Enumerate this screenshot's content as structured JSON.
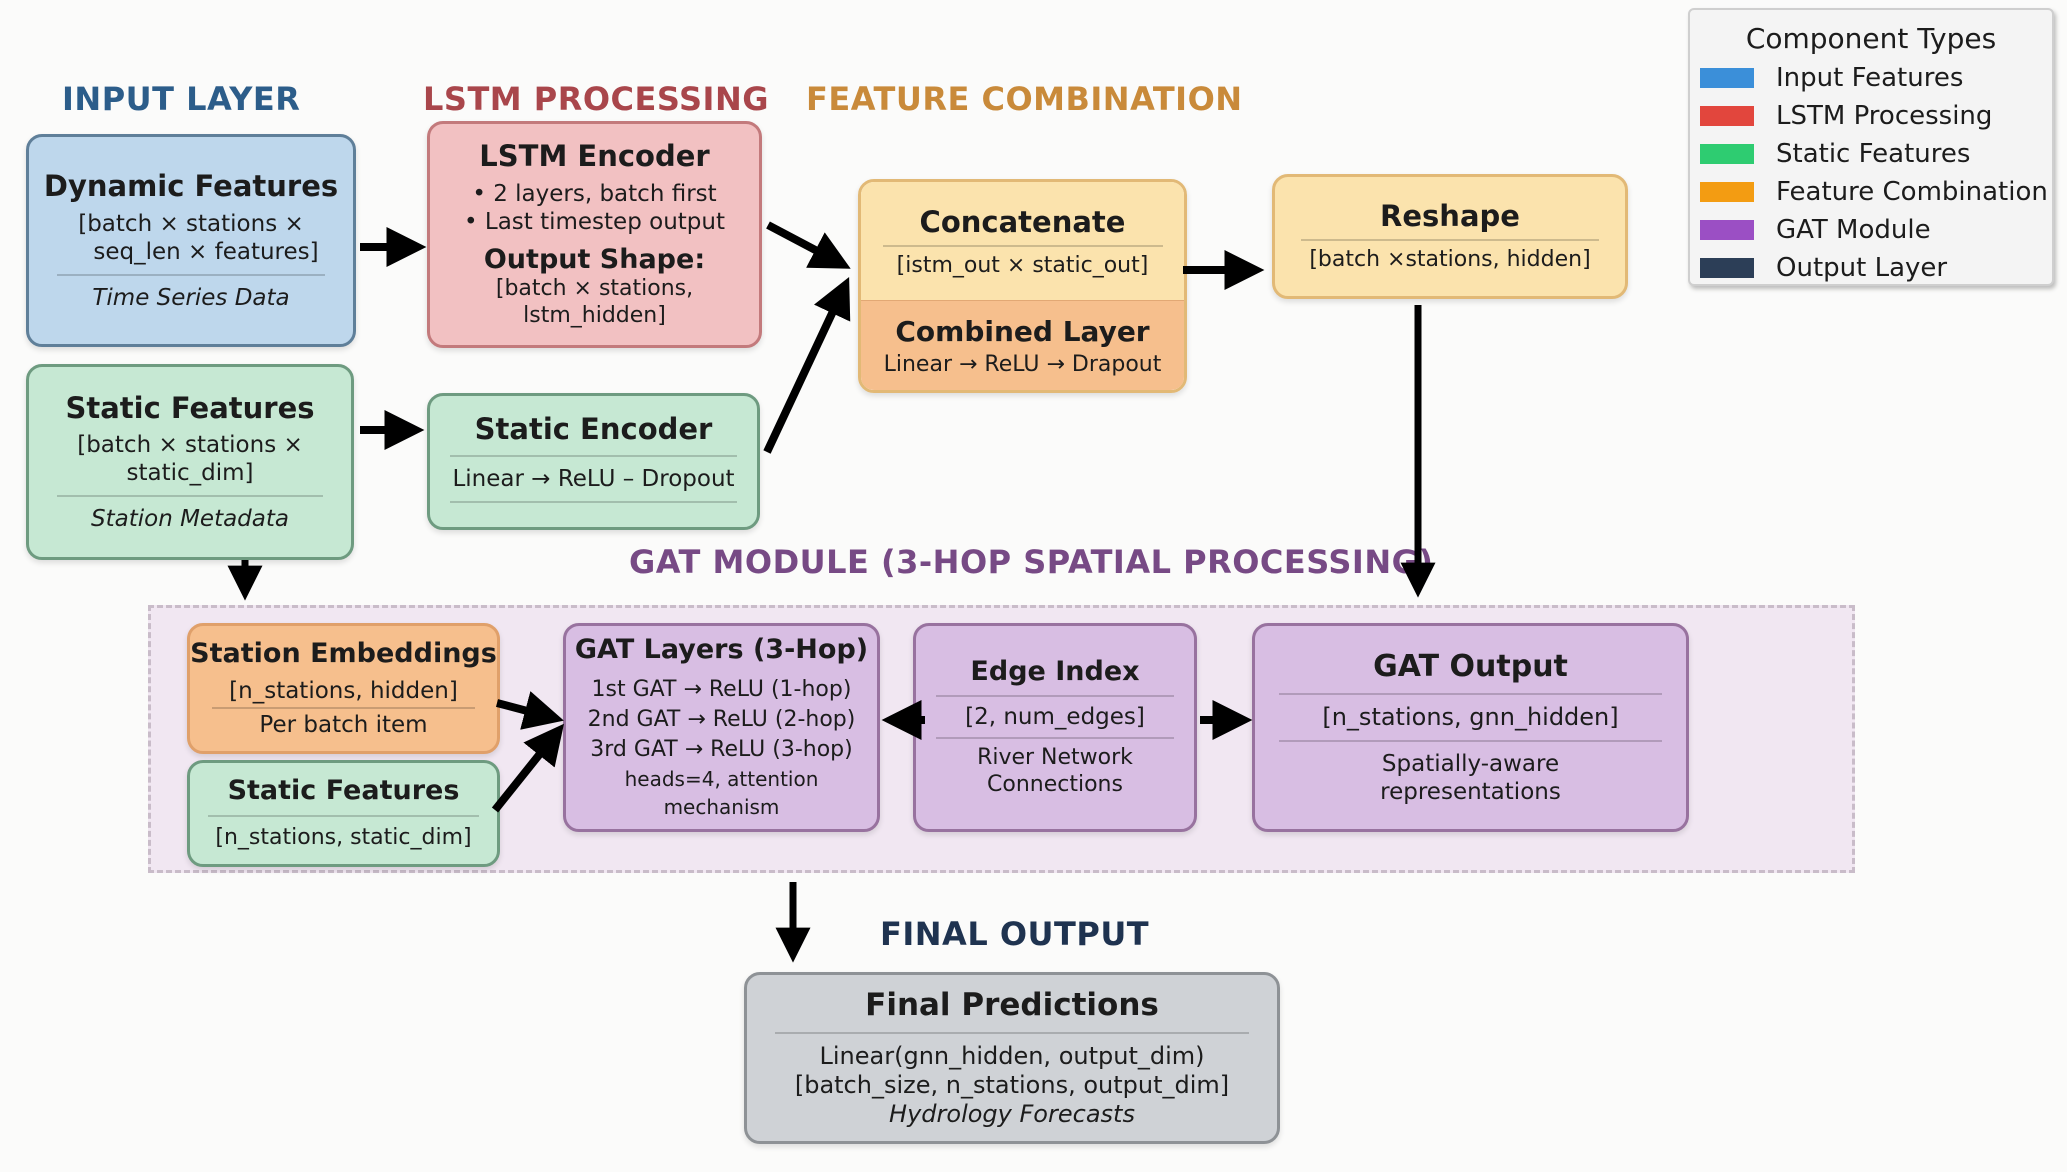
{
  "sections": {
    "input": {
      "label": "INPUT LAYER",
      "color": "#2c5d8a"
    },
    "lstm": {
      "label": "LSTM PROCESSING",
      "color": "#a9464b"
    },
    "feature_combination": {
      "label": "FEATURE COMBINATION",
      "color": "#c98a3a"
    },
    "gat": {
      "label": "GAT MODULE (3-HOP SPATIAL PROCESSING)",
      "color": "#774a85"
    },
    "final": {
      "label": "FINAL OUTPUT",
      "color": "#1f3350"
    }
  },
  "nodes": {
    "dynamic_features": {
      "title": "Dynamic Features",
      "lines": [
        "[batch × stations ×",
        "seq_len × features]"
      ],
      "note": "Time Series Data"
    },
    "static_features": {
      "title": "Static Features",
      "lines": [
        "[batch × stations ×",
        "static_dim]"
      ],
      "note": "Station Metadata"
    },
    "lstm_encoder": {
      "title": "LSTM Encoder",
      "bullets": [
        "• 2 layers, batch first",
        "• Last timestep output"
      ],
      "subtitle": "Output Shape:",
      "shape": "[batch × stations, lstm_hidden]"
    },
    "static_encoder": {
      "title": "Static Encoder",
      "line": "Linear → ReLU – Dropout"
    },
    "concatenate": {
      "title": "Concatenate",
      "line": "[istm_out × static_out]"
    },
    "combined_layer": {
      "title": "Combined Layer",
      "line": "Linear → ReLU → Drapout"
    },
    "reshape": {
      "title": "Reshape",
      "line": "[batch ×stations, hidden]"
    },
    "station_embeddings": {
      "title": "Station Embeddings",
      "line": "[n_stations, hidden]",
      "note": "Per batch item"
    },
    "gat_static_features": {
      "title": "Static Features",
      "line": "[n_stations, static_dim]"
    },
    "gat_layers": {
      "title": "GAT Layers (3-Hop)",
      "lines": [
        "1st GAT → ReLU (1-hop)",
        "2nd GAT → ReLU (2-hop)",
        "3rd GAT → ReLU (3-hop)",
        "heads=4, attention mechanism"
      ]
    },
    "edge_index": {
      "title": "Edge Index",
      "line": "[2, num_edges]",
      "notes": [
        "River Network",
        "Connections"
      ]
    },
    "gat_output": {
      "title": "GAT Output",
      "line": "[n_stations, gnn_hidden]",
      "notes": [
        "Spatially-aware",
        "representations"
      ]
    },
    "final_predictions": {
      "title": "Final Predictions",
      "lines": [
        "Linear(gnn_hidden, output_dim)",
        "[batch_size, n_stations, output_dim]"
      ],
      "note": "Hydrology Forecasts"
    }
  },
  "legend": {
    "title": "Component Types",
    "items": [
      {
        "label": "Input Features",
        "color": "#3b8fd9"
      },
      {
        "label": "LSTM Processing",
        "color": "#e2463d"
      },
      {
        "label": "Static Features",
        "color": "#2ecc71"
      },
      {
        "label": "Feature Combination",
        "color": "#f39c12"
      },
      {
        "label": "GAT Module",
        "color": "#9b4fc4"
      },
      {
        "label": "Output Layer",
        "color": "#2c3e57"
      }
    ]
  },
  "edges": [
    {
      "from": "dynamic_features",
      "to": "lstm_encoder"
    },
    {
      "from": "static_features",
      "to": "static_encoder"
    },
    {
      "from": "lstm_encoder",
      "to": "concatenate"
    },
    {
      "from": "static_encoder",
      "to": "concatenate"
    },
    {
      "from": "concatenate",
      "to": "reshape"
    },
    {
      "from": "reshape",
      "to": "gat_module"
    },
    {
      "from": "static_features",
      "to": "station_embeddings"
    },
    {
      "from": "station_embeddings",
      "to": "gat_layers"
    },
    {
      "from": "gat_static_features",
      "to": "gat_layers"
    },
    {
      "from": "edge_index",
      "to": "gat_layers"
    },
    {
      "from": "edge_index",
      "to": "gat_output"
    },
    {
      "from": "gat_module",
      "to": "final_predictions"
    }
  ]
}
